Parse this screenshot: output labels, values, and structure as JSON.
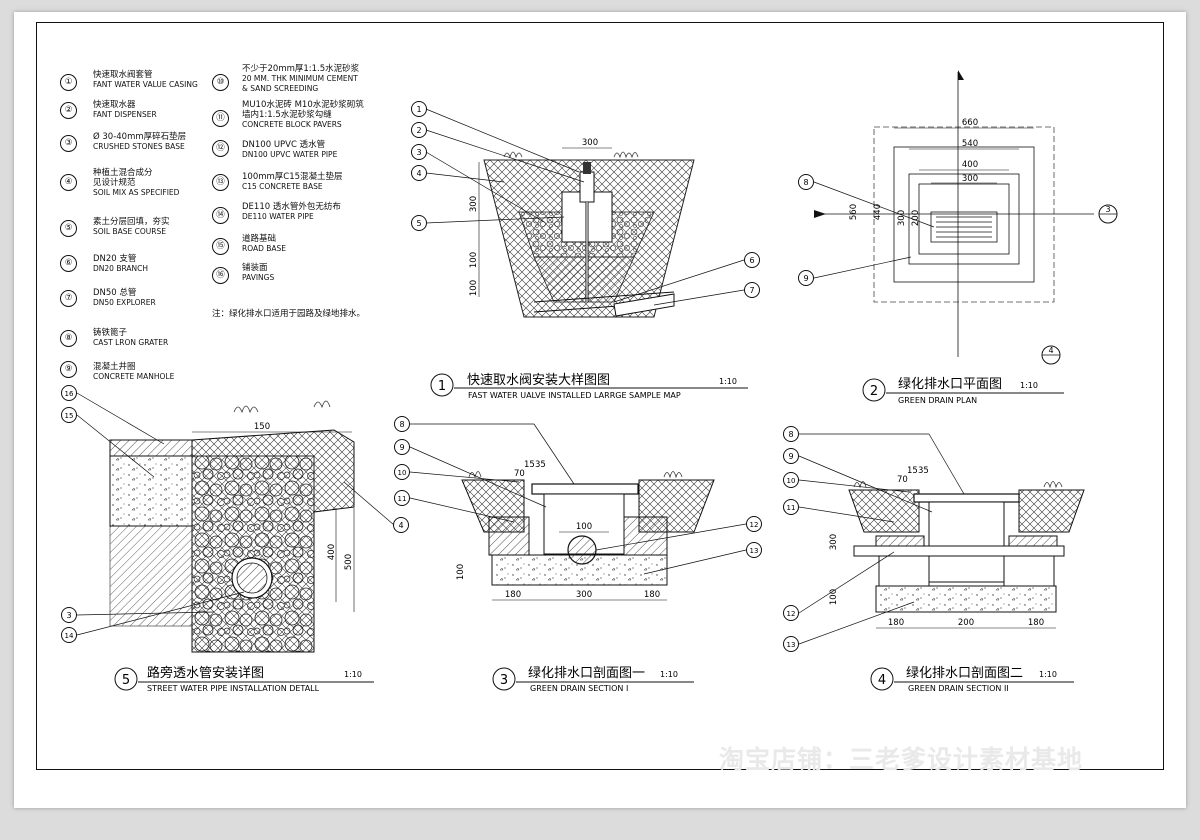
{
  "legend": [
    {
      "no": "①",
      "cn": "快速取水阀套管",
      "en": "FANT WATER VALUE CASING"
    },
    {
      "no": "②",
      "cn": "快速取水器",
      "en": "FANT DISPENSER"
    },
    {
      "no": "③",
      "cn": "Ø 30-40mm厚碎石垫层",
      "en": "CRUSHED STONES BASE"
    },
    {
      "no": "④",
      "cn": "种植土混合成分\n见设计规范",
      "en": "SOIL MIX AS SPECIFIED"
    },
    {
      "no": "⑤",
      "cn": "素土分层回填，夯实",
      "en": "SOIL BASE COURSE"
    },
    {
      "no": "⑥",
      "cn": "DN20 支管",
      "en": "DN20 BRANCH"
    },
    {
      "no": "⑦",
      "cn": "DN50 总管",
      "en": "DN50 EXPLORER"
    },
    {
      "no": "⑧",
      "cn": "铸铁篦子",
      "en": "CAST LRON GRATER"
    },
    {
      "no": "⑨",
      "cn": "混凝土井圈",
      "en": "CONCRETE MANHOLE"
    },
    {
      "no": "⑩",
      "cn": "不少于20mm厚1:1.5水泥砂浆",
      "en": "20 MM. THK MINIMUM CEMENT\n& SAND SCREEDING"
    },
    {
      "no": "⑪",
      "cn": "MU10水泥砖 M10水泥砂浆砌筑\n墙内1:1.5水泥砂浆勾缝",
      "en": "CONCRETE BLOCK PAVERS"
    },
    {
      "no": "⑫",
      "cn": "DN100 UPVC 透水管",
      "en": "DN100 UPVC WATER PIPE"
    },
    {
      "no": "⑬",
      "cn": "100mm厚C15混凝土垫层",
      "en": "C15 CONCRETE BASE"
    },
    {
      "no": "⑭",
      "cn": "DE110 透水管外包无纺布",
      "en": "DE110  WATER PIPE"
    },
    {
      "no": "⑮",
      "cn": "道路基础",
      "en": "ROAD BASE"
    },
    {
      "no": "⑯",
      "cn": "铺装面",
      "en": "PAVINGS"
    }
  ],
  "note": "注：绿化排水口适用于园路及绿地排水。",
  "callout_numbers": [
    "1",
    "2",
    "3",
    "4",
    "5",
    "6",
    "7",
    "8",
    "9",
    "10",
    "11",
    "12",
    "13",
    "14",
    "15",
    "16"
  ],
  "drawings": [
    {
      "no": "1",
      "title_cn": "快速取水阀安装大样图图",
      "title_en": "FAST WATER UALVE INSTALLED LARRGE SAMPLE MAP",
      "scale": "1:10"
    },
    {
      "no": "2",
      "title_cn": "绿化排水口平面图",
      "title_en": "GREEN DRAIN PLAN",
      "scale": "1:10"
    },
    {
      "no": "3",
      "title_cn": "绿化排水口剖面图一",
      "title_en": "GREEN DRAIN SECTION I",
      "scale": "1:10"
    },
    {
      "no": "4",
      "title_cn": "绿化排水口剖面图二",
      "title_en": "GREEN DRAIN SECTION II",
      "scale": "1:10"
    },
    {
      "no": "5",
      "title_cn": "路旁透水管安装详图",
      "title_en": "STREET WATER PIPE INSTALLATION  DETALL",
      "scale": "1:10"
    }
  ],
  "dims": {
    "d1_300": "300",
    "d1_v300": "300",
    "d1_v100a": "100",
    "d1_v100b": "100",
    "d2_660": "660",
    "d2_540": "540",
    "d2_400": "400",
    "d2_300": "300",
    "d2_560": "560",
    "d2_440": "440",
    "d2_v300": "300",
    "d2_200": "200",
    "d3_70": "70",
    "d3_15a": "15",
    "d3_35": "35",
    "d3_100": "100",
    "d3_v100": "100",
    "d3_180a": "180",
    "d3_300": "300",
    "d3_180b": "180",
    "d4_70": "70",
    "d4_15": "15",
    "d4_35": "35",
    "d4_v300": "300",
    "d4_v100": "100",
    "d4_180a": "180",
    "d4_200": "200",
    "d4_180b": "180",
    "d5_150": "150",
    "d5_400": "400",
    "d5_500": "500"
  },
  "section_marks": {
    "sec3": "3",
    "sec4": "4"
  },
  "watermark": "淘宝店铺：三老爹设计素材基地"
}
